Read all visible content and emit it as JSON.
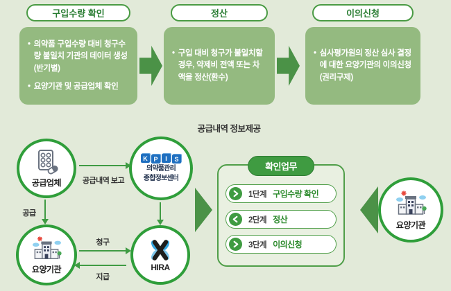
{
  "process_steps": [
    {
      "header": "구입수량 확인",
      "bullets": [
        "의약품 구입수량 대비 청구수량 불일치 기관의 데이터 생성(반기별)",
        "요양기관 및 공급업체 확인"
      ]
    },
    {
      "header": "정산",
      "bullets": [
        "구입 대비 청구가 불일치할 경우, 약제비 전액 또는 차액을 정산(환수)"
      ]
    },
    {
      "header": "이의신청",
      "bullets": [
        "심사평가원의 정산 심사 결정에 대한 요양기관의 이의신청(권리구제)"
      ]
    }
  ],
  "bullet_char": "•",
  "diagram": {
    "section_title": "공급내역 정보제공",
    "nodes": {
      "supplier": {
        "label": "공급업체"
      },
      "kpis": {
        "logo_letters": [
          "K",
          "P",
          "I",
          "S"
        ],
        "label_line1": "의약품관리",
        "label_line2": "종합정보센터"
      },
      "care_left": {
        "label": "요양기관"
      },
      "hira": {
        "label": "HIRA"
      },
      "care_right": {
        "label": "요양기관"
      }
    },
    "edges": {
      "supply_report": "공급내역 보고",
      "supply": "공급",
      "claim": "청구",
      "payment": "지급"
    },
    "task_box": {
      "title": "확인업무",
      "steps": [
        {
          "stage": "1단계",
          "name": "구입수량 확인",
          "direction": "right"
        },
        {
          "stage": "2단계",
          "name": "정산",
          "direction": "left"
        },
        {
          "stage": "3단계",
          "name": "이의신청",
          "direction": "right"
        }
      ]
    }
  },
  "colors": {
    "background": "#e2ead9",
    "box_green": "#94ba80",
    "arrow_green": "#4b9247",
    "accent_green": "#3f9b41",
    "circle_border": "#2f9e3a",
    "kpis_blue": "#1f6fc0",
    "hira_blue": "#35a7e0"
  }
}
